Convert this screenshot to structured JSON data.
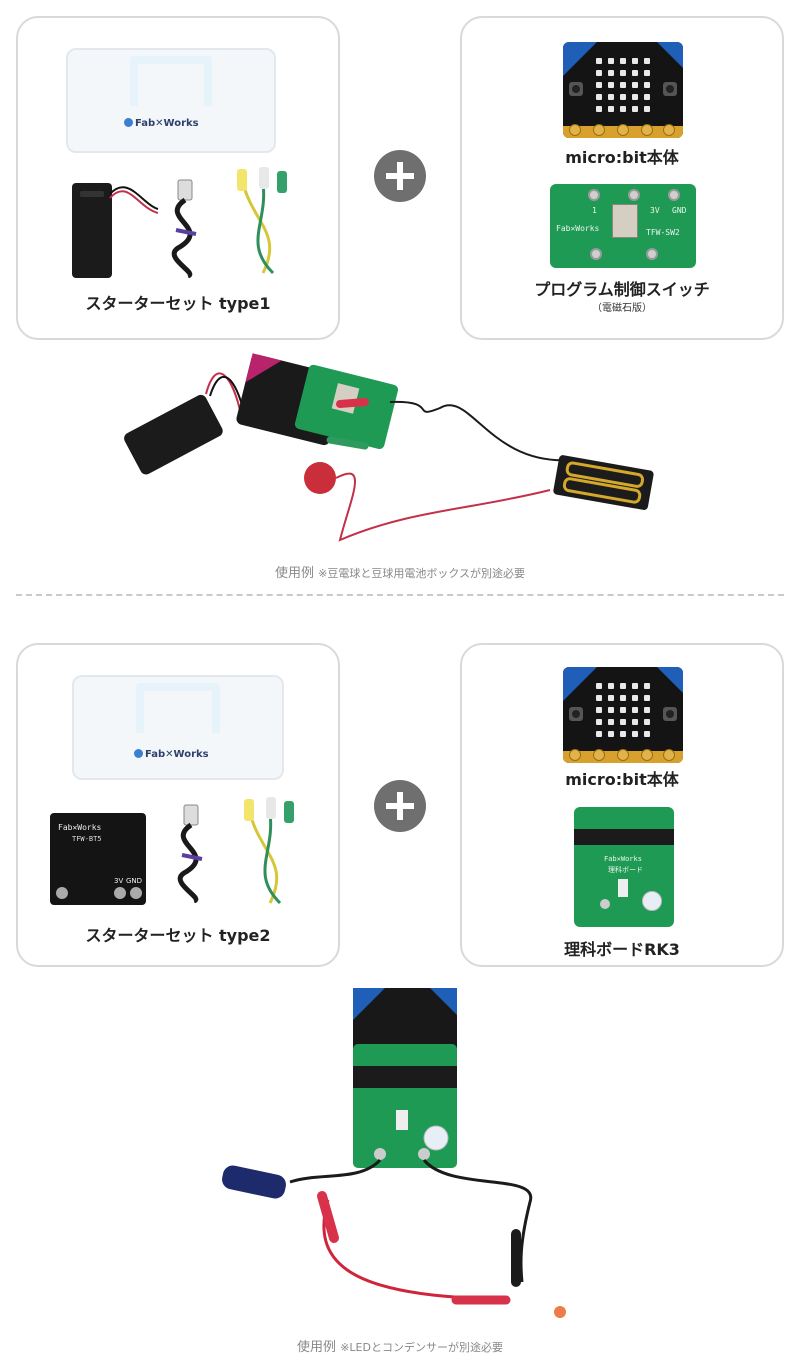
{
  "section1": {
    "starter_set": {
      "label": "スターターセット type1"
    },
    "addon": {
      "microbit_label": "micro:bit本体",
      "switch_label": "プログラム制御スイッチ",
      "switch_sublabel": "（電磁石版）",
      "switch_board_text": {
        "pin1": "1",
        "pin3v": "3V",
        "gnd": "GND",
        "brand": "Fab✕Works",
        "model": "TFW-SW2"
      }
    },
    "caption": {
      "main": "使用例",
      "note": "※豆電球と豆球用電池ボックスが別途必要"
    }
  },
  "section2": {
    "starter_set": {
      "label": "スターターセット type2",
      "board_brand": "Fab✕Works",
      "board_model": "TFW-BT5",
      "board_3v": "3V",
      "board_gnd": "GND"
    },
    "addon": {
      "microbit_label": "micro:bit本体",
      "rika_label": "理科ボードRK3",
      "rika_board_text": {
        "brand": "Fab✕Works",
        "title": "理科ボード"
      }
    },
    "caption": {
      "main": "使用例",
      "note": "※LEDとコンデンサーが別途必要"
    }
  },
  "case_logo": "Fab✕Works",
  "colors": {
    "card_border": "#d9d9d9",
    "plus": "#6f6f6f",
    "pcb": "#1f9a55",
    "microbit_blue": "#1f5fb8"
  }
}
